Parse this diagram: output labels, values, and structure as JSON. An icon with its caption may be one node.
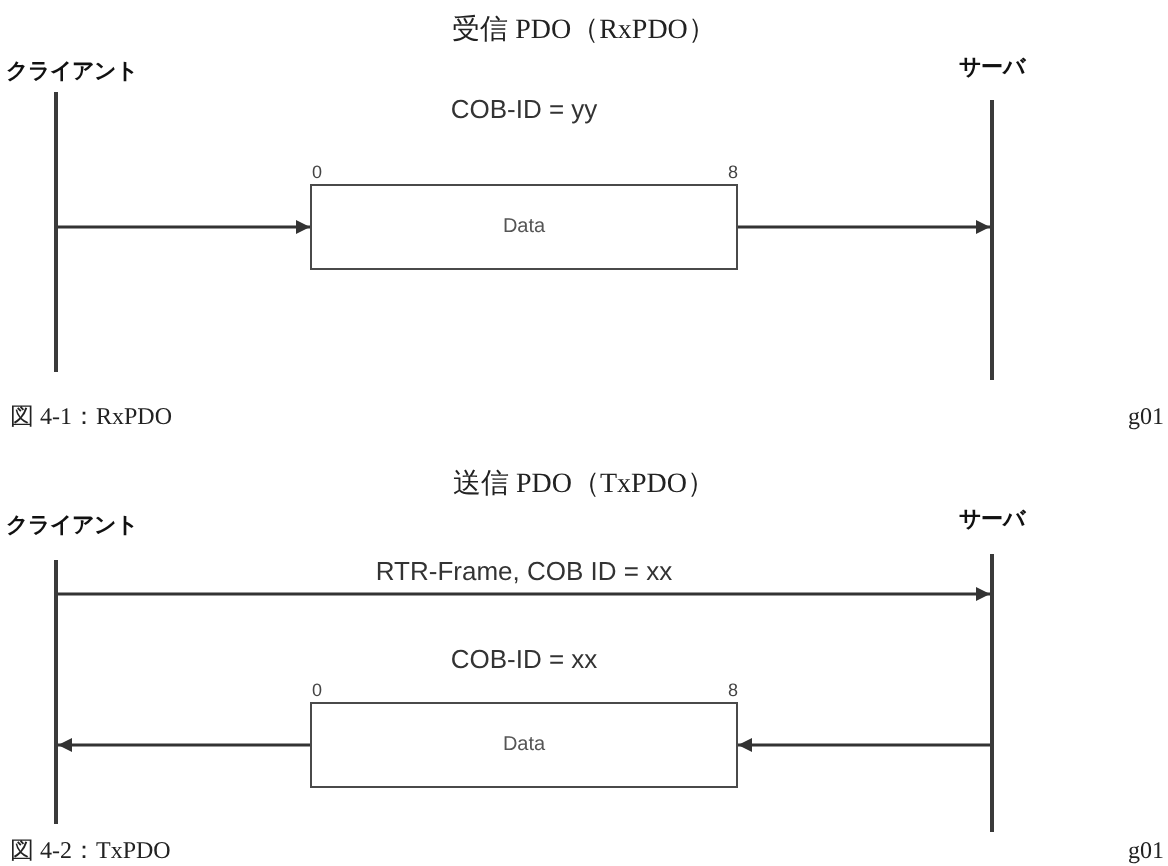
{
  "diagram": {
    "nodes": [
      {
        "text": [
          "クライアント"
        ]
      },
      {
        "text": [
          "サーバ"
        ]
      },
      {
        "text": [
          "Data"
        ],
        "beside": [
          "COB-ID = yy",
          "0",
          "8"
        ]
      },
      {
        "text": [
          "クライアント"
        ]
      },
      {
        "text": [
          "サーバ"
        ]
      },
      {
        "text": [
          "Data"
        ],
        "beside": [
          "COB-ID = xx",
          "0",
          "8"
        ]
      }
    ],
    "edges": [
      {
        "from": 0,
        "to": 2,
        "arrow": "to"
      },
      {
        "from": 2,
        "to": 1,
        "arrow": "to"
      },
      {
        "from": 3,
        "to": 4,
        "arrow": "to",
        "label": "RTR-Frame, COB ID = xx"
      },
      {
        "from": 4,
        "to": 5,
        "arrow": "to"
      },
      {
        "from": 5,
        "to": 3,
        "arrow": "to"
      }
    ],
    "labels": [
      "受信 PDO（RxPDO）",
      "図 4-1：RxPDO",
      "g01",
      "送信 PDO（TxPDO）",
      "図 4-2：TxPDO",
      "g01"
    ]
  }
}
